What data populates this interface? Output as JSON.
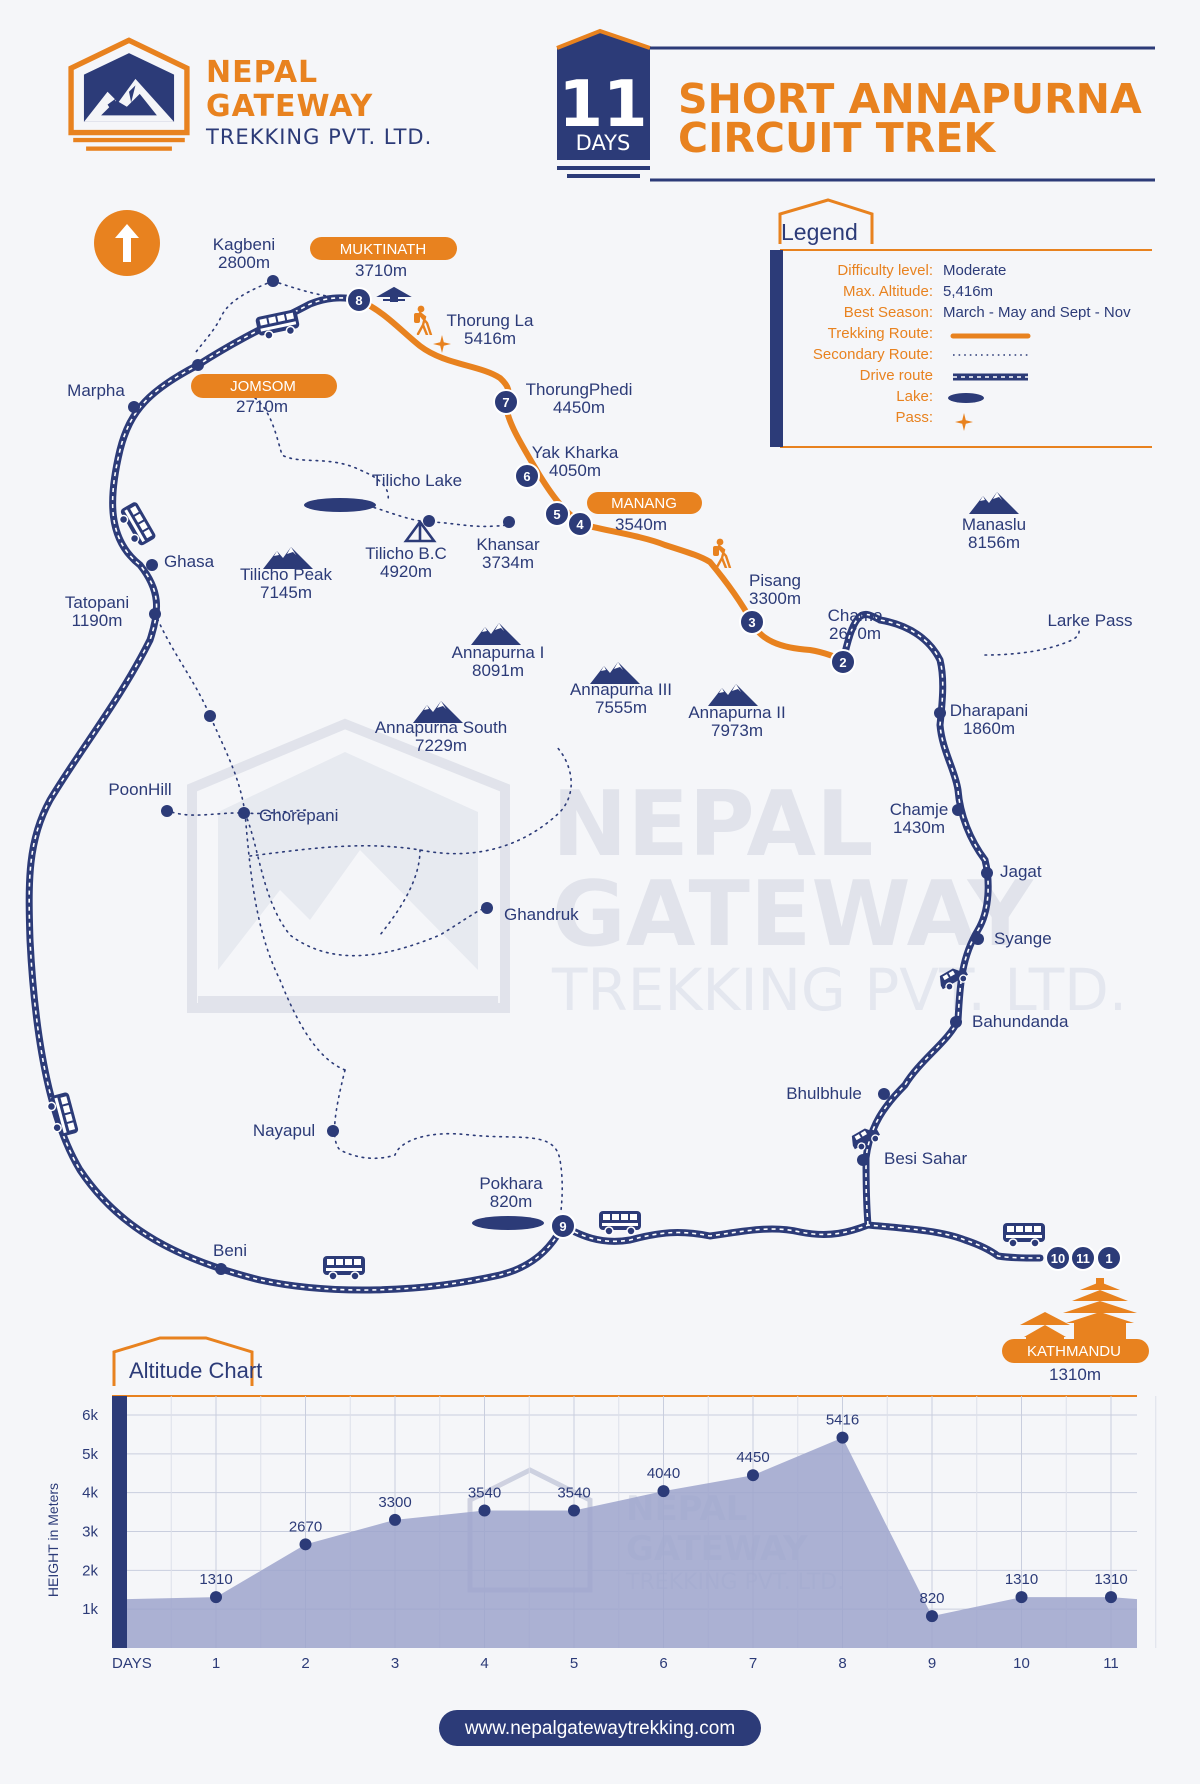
{
  "brand": {
    "line1": "NEPAL",
    "line2": "GATEWAY",
    "line3": "TREKKING PVT. LTD.",
    "logo_icon": "mountain-logo-icon"
  },
  "header": {
    "days_number": "11",
    "days_label": "DAYS",
    "title_line1": "SHORT ANNAPURNA",
    "title_line2": "CIRCUIT TREK"
  },
  "watermark": {
    "line1": "NEPAL",
    "line2": "GATEWAY",
    "line3": "TREKKING PVT. LTD."
  },
  "colors": {
    "navy": "#2c3b78",
    "orange": "#e8821f",
    "background": "#f5f6f9",
    "chart_fill": "#9da5cc"
  },
  "map": {
    "north_icon": "north-arrow-icon",
    "pills": [
      {
        "id": "muktinath",
        "label": "MUKTINATH"
      },
      {
        "id": "jomsom",
        "label": "JOMSOM"
      },
      {
        "id": "manang",
        "label": "MANANG"
      },
      {
        "id": "kathmandu",
        "label": "KATHMANDU"
      }
    ],
    "labels": [
      {
        "id": "kagbeni",
        "name": "Kagbeni",
        "alt": "2800m"
      },
      {
        "id": "muktinath",
        "name": "",
        "alt": "3710m"
      },
      {
        "id": "thorung-la",
        "name": "Thorung La",
        "alt": "5416m"
      },
      {
        "id": "marpha",
        "name": "Marpha",
        "alt": ""
      },
      {
        "id": "jomsom",
        "name": "",
        "alt": "2710m"
      },
      {
        "id": "thorung-phedi",
        "name": "ThorungPhedi",
        "alt": "4450m"
      },
      {
        "id": "yak-kharka",
        "name": "Yak Kharka",
        "alt": "4050m"
      },
      {
        "id": "tilicho-lake",
        "name": "Tilicho Lake",
        "alt": ""
      },
      {
        "id": "manang",
        "name": "",
        "alt": "3540m"
      },
      {
        "id": "ghasa",
        "name": "Ghasa",
        "alt": ""
      },
      {
        "id": "tilicho-bc",
        "name": "Tilicho B.C",
        "alt": "4920m"
      },
      {
        "id": "khansar",
        "name": "Khansar",
        "alt": "3734m"
      },
      {
        "id": "tilicho-peak",
        "name": "Tilicho Peak",
        "alt": "7145m"
      },
      {
        "id": "tatopani",
        "name": "Tatopani",
        "alt": "1190m"
      },
      {
        "id": "pisang",
        "name": "Pisang",
        "alt": "3300m"
      },
      {
        "id": "manaslu",
        "name": "Manaslu",
        "alt": "8156m"
      },
      {
        "id": "chame",
        "name": "Chame",
        "alt": "2670m"
      },
      {
        "id": "larke-pass",
        "name": "Larke Pass",
        "alt": ""
      },
      {
        "id": "annapurna-i",
        "name": "Annapurna I",
        "alt": "8091m"
      },
      {
        "id": "annapurna-iii",
        "name": "Annapurna III",
        "alt": "7555m"
      },
      {
        "id": "annapurna-ii",
        "name": "Annapurna II",
        "alt": "7973m"
      },
      {
        "id": "annapurna-south",
        "name": "Annapurna South",
        "alt": "7229m"
      },
      {
        "id": "dharapani",
        "name": "Dharapani",
        "alt": "1860m"
      },
      {
        "id": "poonhill",
        "name": "PoonHill",
        "alt": ""
      },
      {
        "id": "ghorepani",
        "name": "Ghorepani",
        "alt": ""
      },
      {
        "id": "chamje",
        "name": "Chamje",
        "alt": "1430m"
      },
      {
        "id": "jagat",
        "name": "Jagat",
        "alt": ""
      },
      {
        "id": "ghandruk",
        "name": "Ghandruk",
        "alt": ""
      },
      {
        "id": "syange",
        "name": "Syange",
        "alt": ""
      },
      {
        "id": "bahundanda",
        "name": "Bahundanda",
        "alt": ""
      },
      {
        "id": "bhulbhule",
        "name": "Bhulbhule",
        "alt": ""
      },
      {
        "id": "nayapul",
        "name": "Nayapul",
        "alt": ""
      },
      {
        "id": "besi-sahar",
        "name": "Besi Sahar",
        "alt": ""
      },
      {
        "id": "pokhara",
        "name": "Pokhara",
        "alt": "820m"
      },
      {
        "id": "beni",
        "name": "Beni",
        "alt": ""
      },
      {
        "id": "kathmandu",
        "name": "",
        "alt": "1310m"
      }
    ],
    "stops": [
      {
        "id": "stop-8",
        "day": "8"
      },
      {
        "id": "stop-7",
        "day": "7"
      },
      {
        "id": "stop-6",
        "day": "6"
      },
      {
        "id": "stop-5",
        "day": "5"
      },
      {
        "id": "stop-4",
        "day": "4"
      },
      {
        "id": "stop-3",
        "day": "3"
      },
      {
        "id": "stop-2",
        "day": "2"
      },
      {
        "id": "stop-9",
        "day": "9"
      },
      {
        "id": "stop-10",
        "day": "10"
      },
      {
        "id": "stop-11",
        "day": "11"
      },
      {
        "id": "stop-1",
        "day": "1"
      }
    ]
  },
  "legend": {
    "title": "Legend",
    "rows": [
      {
        "key": "Difficulty level:",
        "value": "Moderate"
      },
      {
        "key": "Max. Altitude:",
        "value": "5,416m"
      },
      {
        "key": "Best Season:",
        "value": "March - May and Sept - Nov"
      },
      {
        "key": "Trekking Route:",
        "value": ""
      },
      {
        "key": "Secondary Route:",
        "value": ""
      },
      {
        "key": "Drive route",
        "value": ""
      },
      {
        "key": "Lake:",
        "value": ""
      },
      {
        "key": "Pass:",
        "value": ""
      }
    ]
  },
  "chart_data": {
    "type": "area",
    "title": "Altitude Chart",
    "xlabel": "DAYS",
    "ylabel": "HEIGHT in Meters",
    "categories": [
      "1",
      "2",
      "3",
      "4",
      "5",
      "6",
      "7",
      "8",
      "9",
      "10",
      "11"
    ],
    "values": [
      1310,
      2670,
      3300,
      3540,
      3540,
      4040,
      4450,
      5416,
      820,
      1310,
      1310
    ],
    "value_labels": [
      "1310",
      "2670",
      "3300",
      "3540",
      "3540",
      "4040",
      "4450",
      "5416",
      "820",
      "1310",
      "1310"
    ],
    "y_ticks": [
      {
        "value": 1000,
        "label": "1k"
      },
      {
        "value": 2000,
        "label": "2k"
      },
      {
        "value": 3000,
        "label": "3k"
      },
      {
        "value": 4000,
        "label": "4k"
      },
      {
        "value": 5000,
        "label": "5k"
      },
      {
        "value": 6000,
        "label": "6k"
      }
    ],
    "ylim": [
      0,
      6000
    ],
    "grid": true
  },
  "footer": {
    "url": "www.nepalgatewaytrekking.com"
  }
}
